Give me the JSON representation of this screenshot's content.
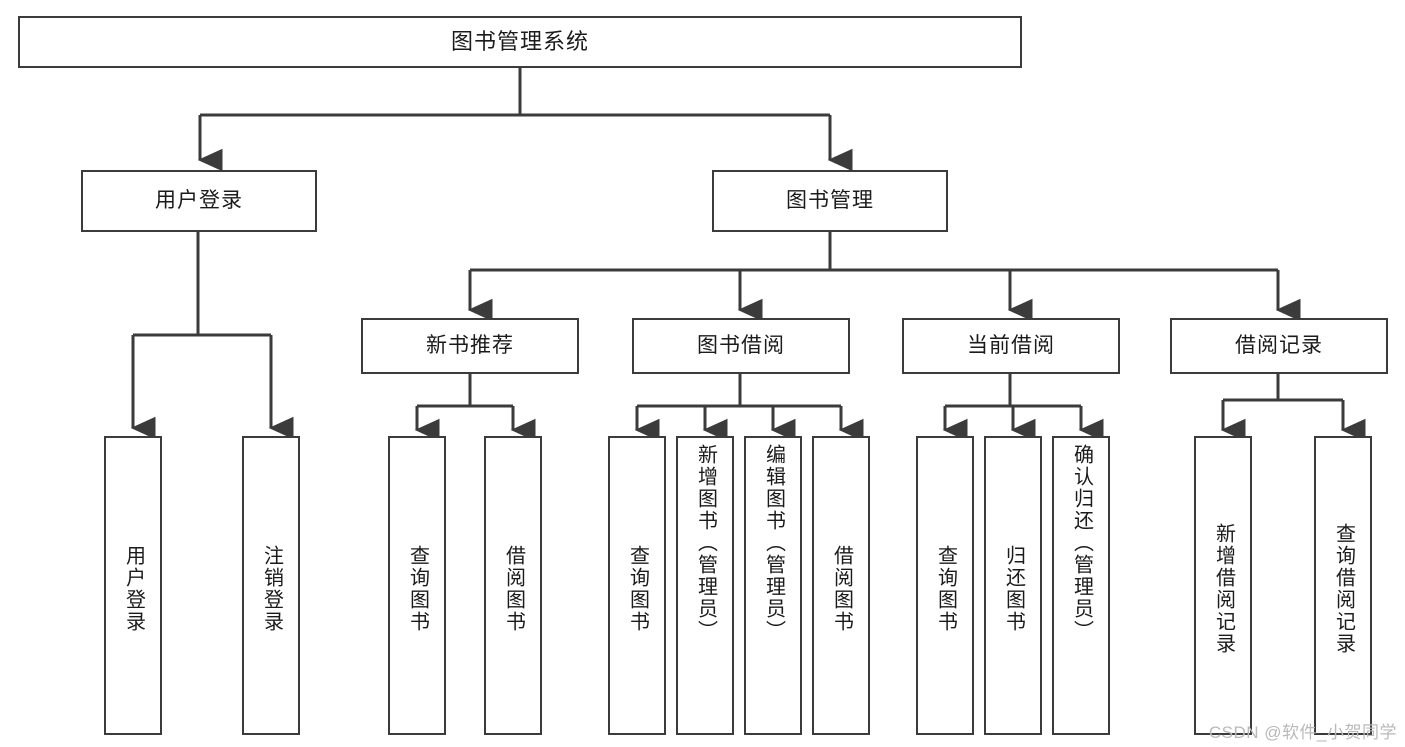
{
  "diagram": {
    "type": "tree",
    "title": "图书管理系统",
    "root": {
      "label": "图书管理系统"
    },
    "level1": [
      {
        "label": "用户登录"
      },
      {
        "label": "图书管理"
      }
    ],
    "level2": [
      {
        "label": "新书推荐"
      },
      {
        "label": "图书借阅"
      },
      {
        "label": "当前借阅"
      },
      {
        "label": "借阅记录"
      }
    ],
    "leaves": {
      "user_login": [
        {
          "label": "用户登录"
        },
        {
          "label": "注销登录"
        }
      ],
      "new_book_recommend": [
        {
          "label": "查询图书"
        },
        {
          "label": "借阅图书"
        }
      ],
      "book_borrow": [
        {
          "label": "查询图书"
        },
        {
          "label": "新增图书（管理员）"
        },
        {
          "label": "编辑图书（管理员）"
        },
        {
          "label": "借阅图书"
        }
      ],
      "current_borrow": [
        {
          "label": "查询图书"
        },
        {
          "label": "归还图书"
        },
        {
          "label": "确认归还（管理员）"
        }
      ],
      "borrow_record": [
        {
          "label": "新增借阅记录"
        },
        {
          "label": "查询借阅记录"
        }
      ]
    }
  },
  "watermark": {
    "text": "CSDN @软件_小贺同学"
  },
  "colors": {
    "stroke": "#3b3b3b",
    "text": "#1b1b1b",
    "background": "#ffffff",
    "watermark": "#b9b9b9"
  }
}
